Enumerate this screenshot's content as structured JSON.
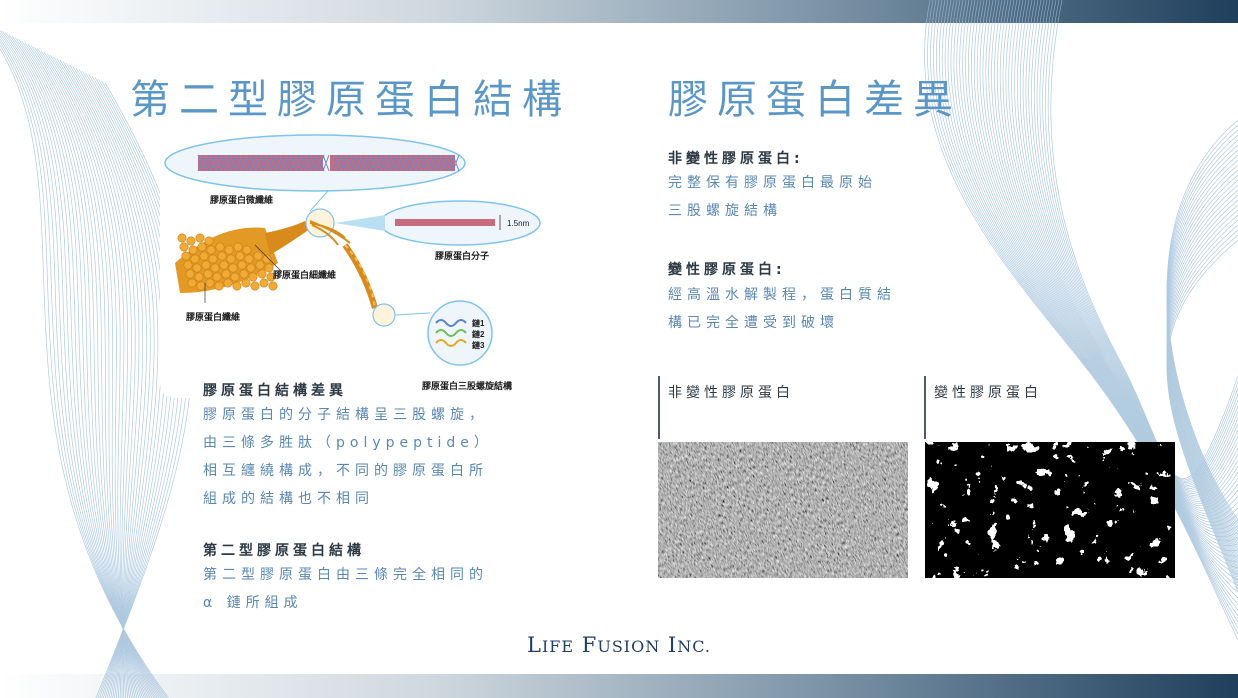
{
  "titles": {
    "left": "第二型膠原蛋白結構",
    "right": "膠原蛋白差異"
  },
  "diagram": {
    "labels": {
      "microfibril": "膠原蛋白微纖維",
      "molecule": "膠原蛋白分子",
      "size": "1.5nm",
      "fibril": "膠原蛋白細纖維",
      "fiber": "膠原蛋白纖維",
      "chain1": "鏈1",
      "chain2": "鏈2",
      "chain3": "鏈3",
      "triple_helix": "膠原蛋白三股螺旋結構"
    }
  },
  "left_sections": [
    {
      "heading": "膠原蛋白結構差異",
      "lines": [
        "膠原蛋白的分子結構呈三股螺旋，",
        "由三條多胜肽（polypeptide）",
        "相互纏繞構成，不同的膠原蛋白所",
        "組成的結構也不相同"
      ]
    },
    {
      "heading": "第二型膠原蛋白結構",
      "lines": [
        "第二型膠原蛋白由三條完全相同的",
        "α 鏈所組成"
      ]
    }
  ],
  "right_sections": [
    {
      "heading": "非變性膠原蛋白:",
      "lines": [
        "完整保有膠原蛋白最原始",
        "三股螺旋結構"
      ]
    },
    {
      "heading": "變性膠原蛋白:",
      "lines": [
        "經高溫水解製程，蛋白質結",
        "構已完全遭受到破壞"
      ]
    }
  ],
  "images": {
    "native_label": "非變性膠原蛋白",
    "denatured_label": "變性膠原蛋白"
  },
  "footer": {
    "company_L": "L",
    "company_ife": "IFE",
    "company_F": "F",
    "company_usion": "USION",
    "company_I": "I",
    "company_nc": "NC."
  },
  "colors": {
    "title": "#5a97c6",
    "body_text": "#5a88b2",
    "heading_text": "#2d3a45",
    "footer": "#1f3f66",
    "fiber_orange": "#e39a25"
  }
}
